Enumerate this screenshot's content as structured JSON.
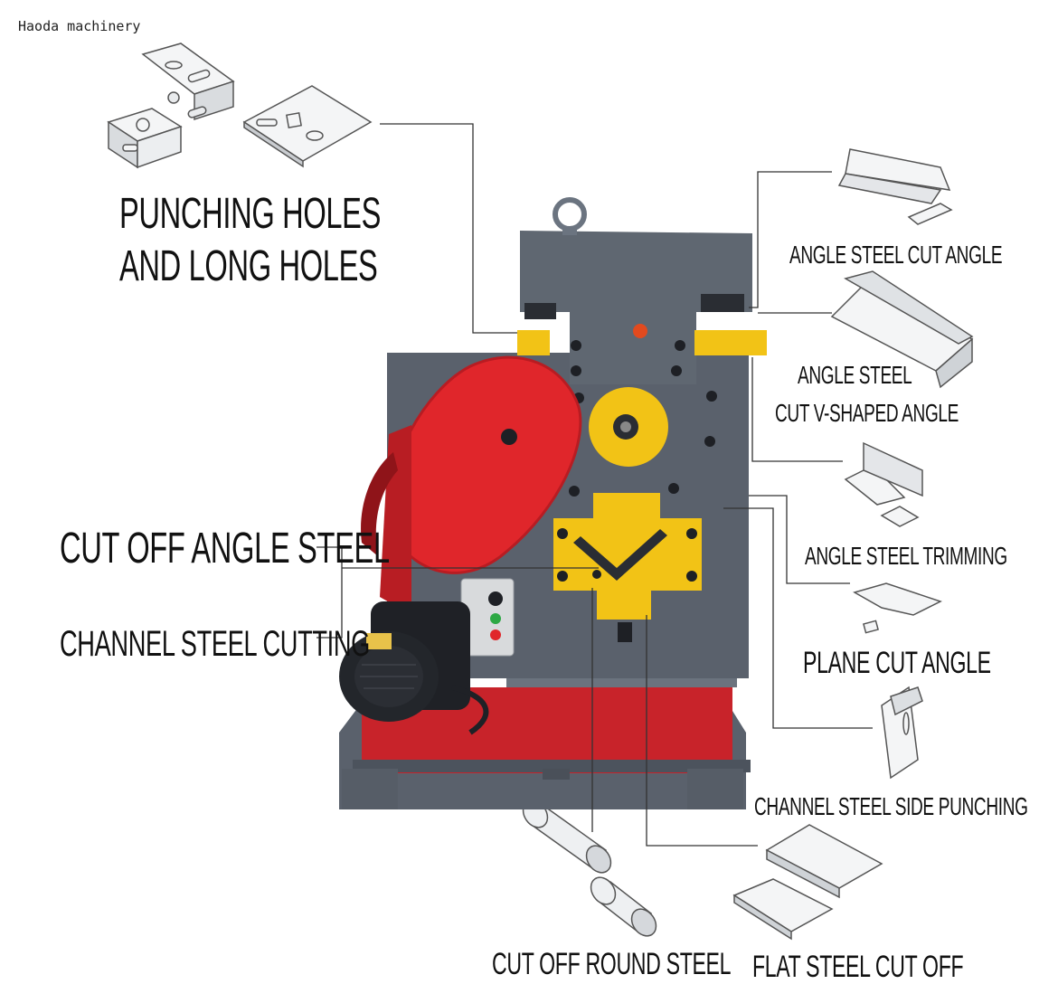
{
  "watermark": "Haoda machinery",
  "labels": {
    "punching_line1": "PUNCHING HOLES",
    "punching_line2": "AND LONG HOLES",
    "angle_cut_angle": "ANGLE STEEL CUT ANGLE",
    "v_line1": "ANGLE STEEL",
    "v_line2": "CUT V-SHAPED ANGLE",
    "trimming": "ANGLE STEEL TRIMMING",
    "plane_cut": "PLANE CUT ANGLE",
    "channel_side": "CHANNEL STEEL SIDE PUNCHING",
    "flat_cut": "FLAT STEEL CUT OFF",
    "round_cut": "CUT OFF ROUND STEEL",
    "cut_angle": "CUT OFF ANGLE STEEL",
    "channel_cut": "CHANNEL STEEL CUTTING"
  },
  "colors": {
    "machine_gray": "#5a616c",
    "guard_red": "#e0262b",
    "tool_yellow": "#f2c316",
    "base_red": "#c8232a",
    "motor_black": "#1f2126"
  }
}
